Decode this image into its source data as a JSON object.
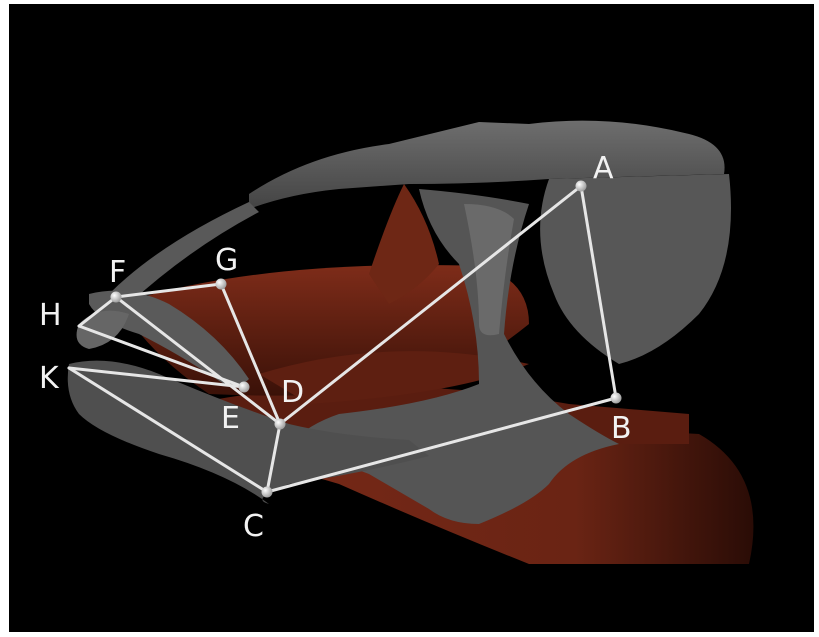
{
  "diagram": {
    "colors": {
      "background": "#000000",
      "bone": "#5c5c5c",
      "bone_highlight": "#7a7a7a",
      "muscle": "#6a2414",
      "link": "#e6e6e6",
      "label": "#f2f2f2"
    },
    "labels": {
      "A": "A",
      "B": "B",
      "C": "C",
      "D": "D",
      "E": "E",
      "F": "F",
      "G": "G",
      "H": "H",
      "K": "K"
    },
    "links": [
      [
        "A",
        "B"
      ],
      [
        "A",
        "D"
      ],
      [
        "B",
        "C"
      ],
      [
        "C",
        "D"
      ],
      [
        "D",
        "G"
      ],
      [
        "G",
        "F"
      ],
      [
        "F",
        "D"
      ],
      [
        "F",
        "H"
      ],
      [
        "H",
        "E"
      ],
      [
        "K",
        "E"
      ],
      [
        "K",
        "C"
      ]
    ]
  }
}
